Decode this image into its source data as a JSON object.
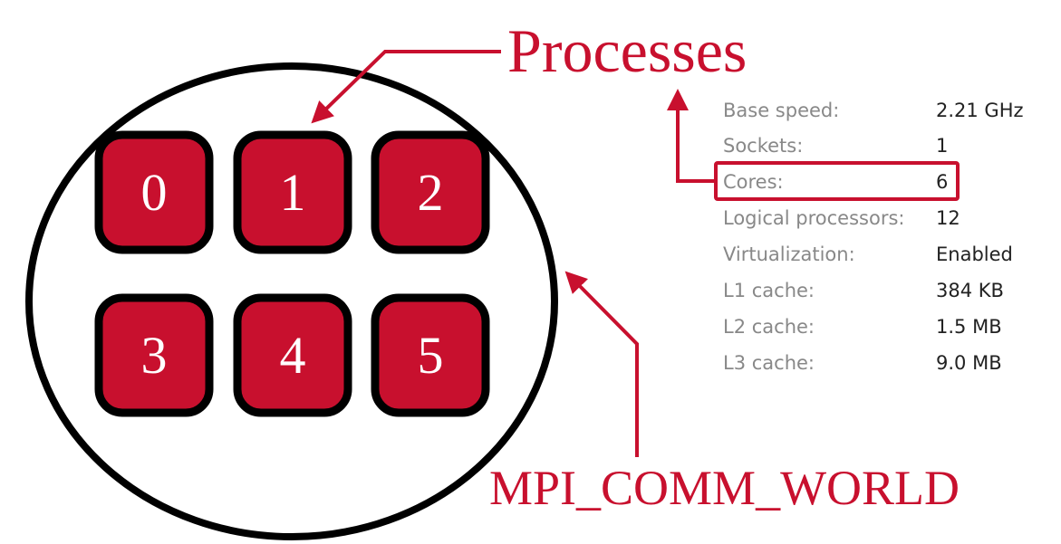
{
  "colors": {
    "accent": "#c8102e",
    "box": "#c8102e",
    "outline": "#000000"
  },
  "labels": {
    "processes": "Processes",
    "communicator": "MPI_COMM_WORLD"
  },
  "processes": [
    "0",
    "1",
    "2",
    "3",
    "4",
    "5"
  ],
  "cpu_info": [
    {
      "label": "Base speed:",
      "value": "2.21 GHz"
    },
    {
      "label": "Sockets:",
      "value": "1"
    },
    {
      "label": "Cores:",
      "value": "6"
    },
    {
      "label": "Logical processors:",
      "value": "12"
    },
    {
      "label": "Virtualization:",
      "value": "Enabled"
    },
    {
      "label": "L1 cache:",
      "value": "384 KB"
    },
    {
      "label": "L2 cache:",
      "value": "1.5 MB"
    },
    {
      "label": "L3 cache:",
      "value": "9.0 MB"
    }
  ]
}
